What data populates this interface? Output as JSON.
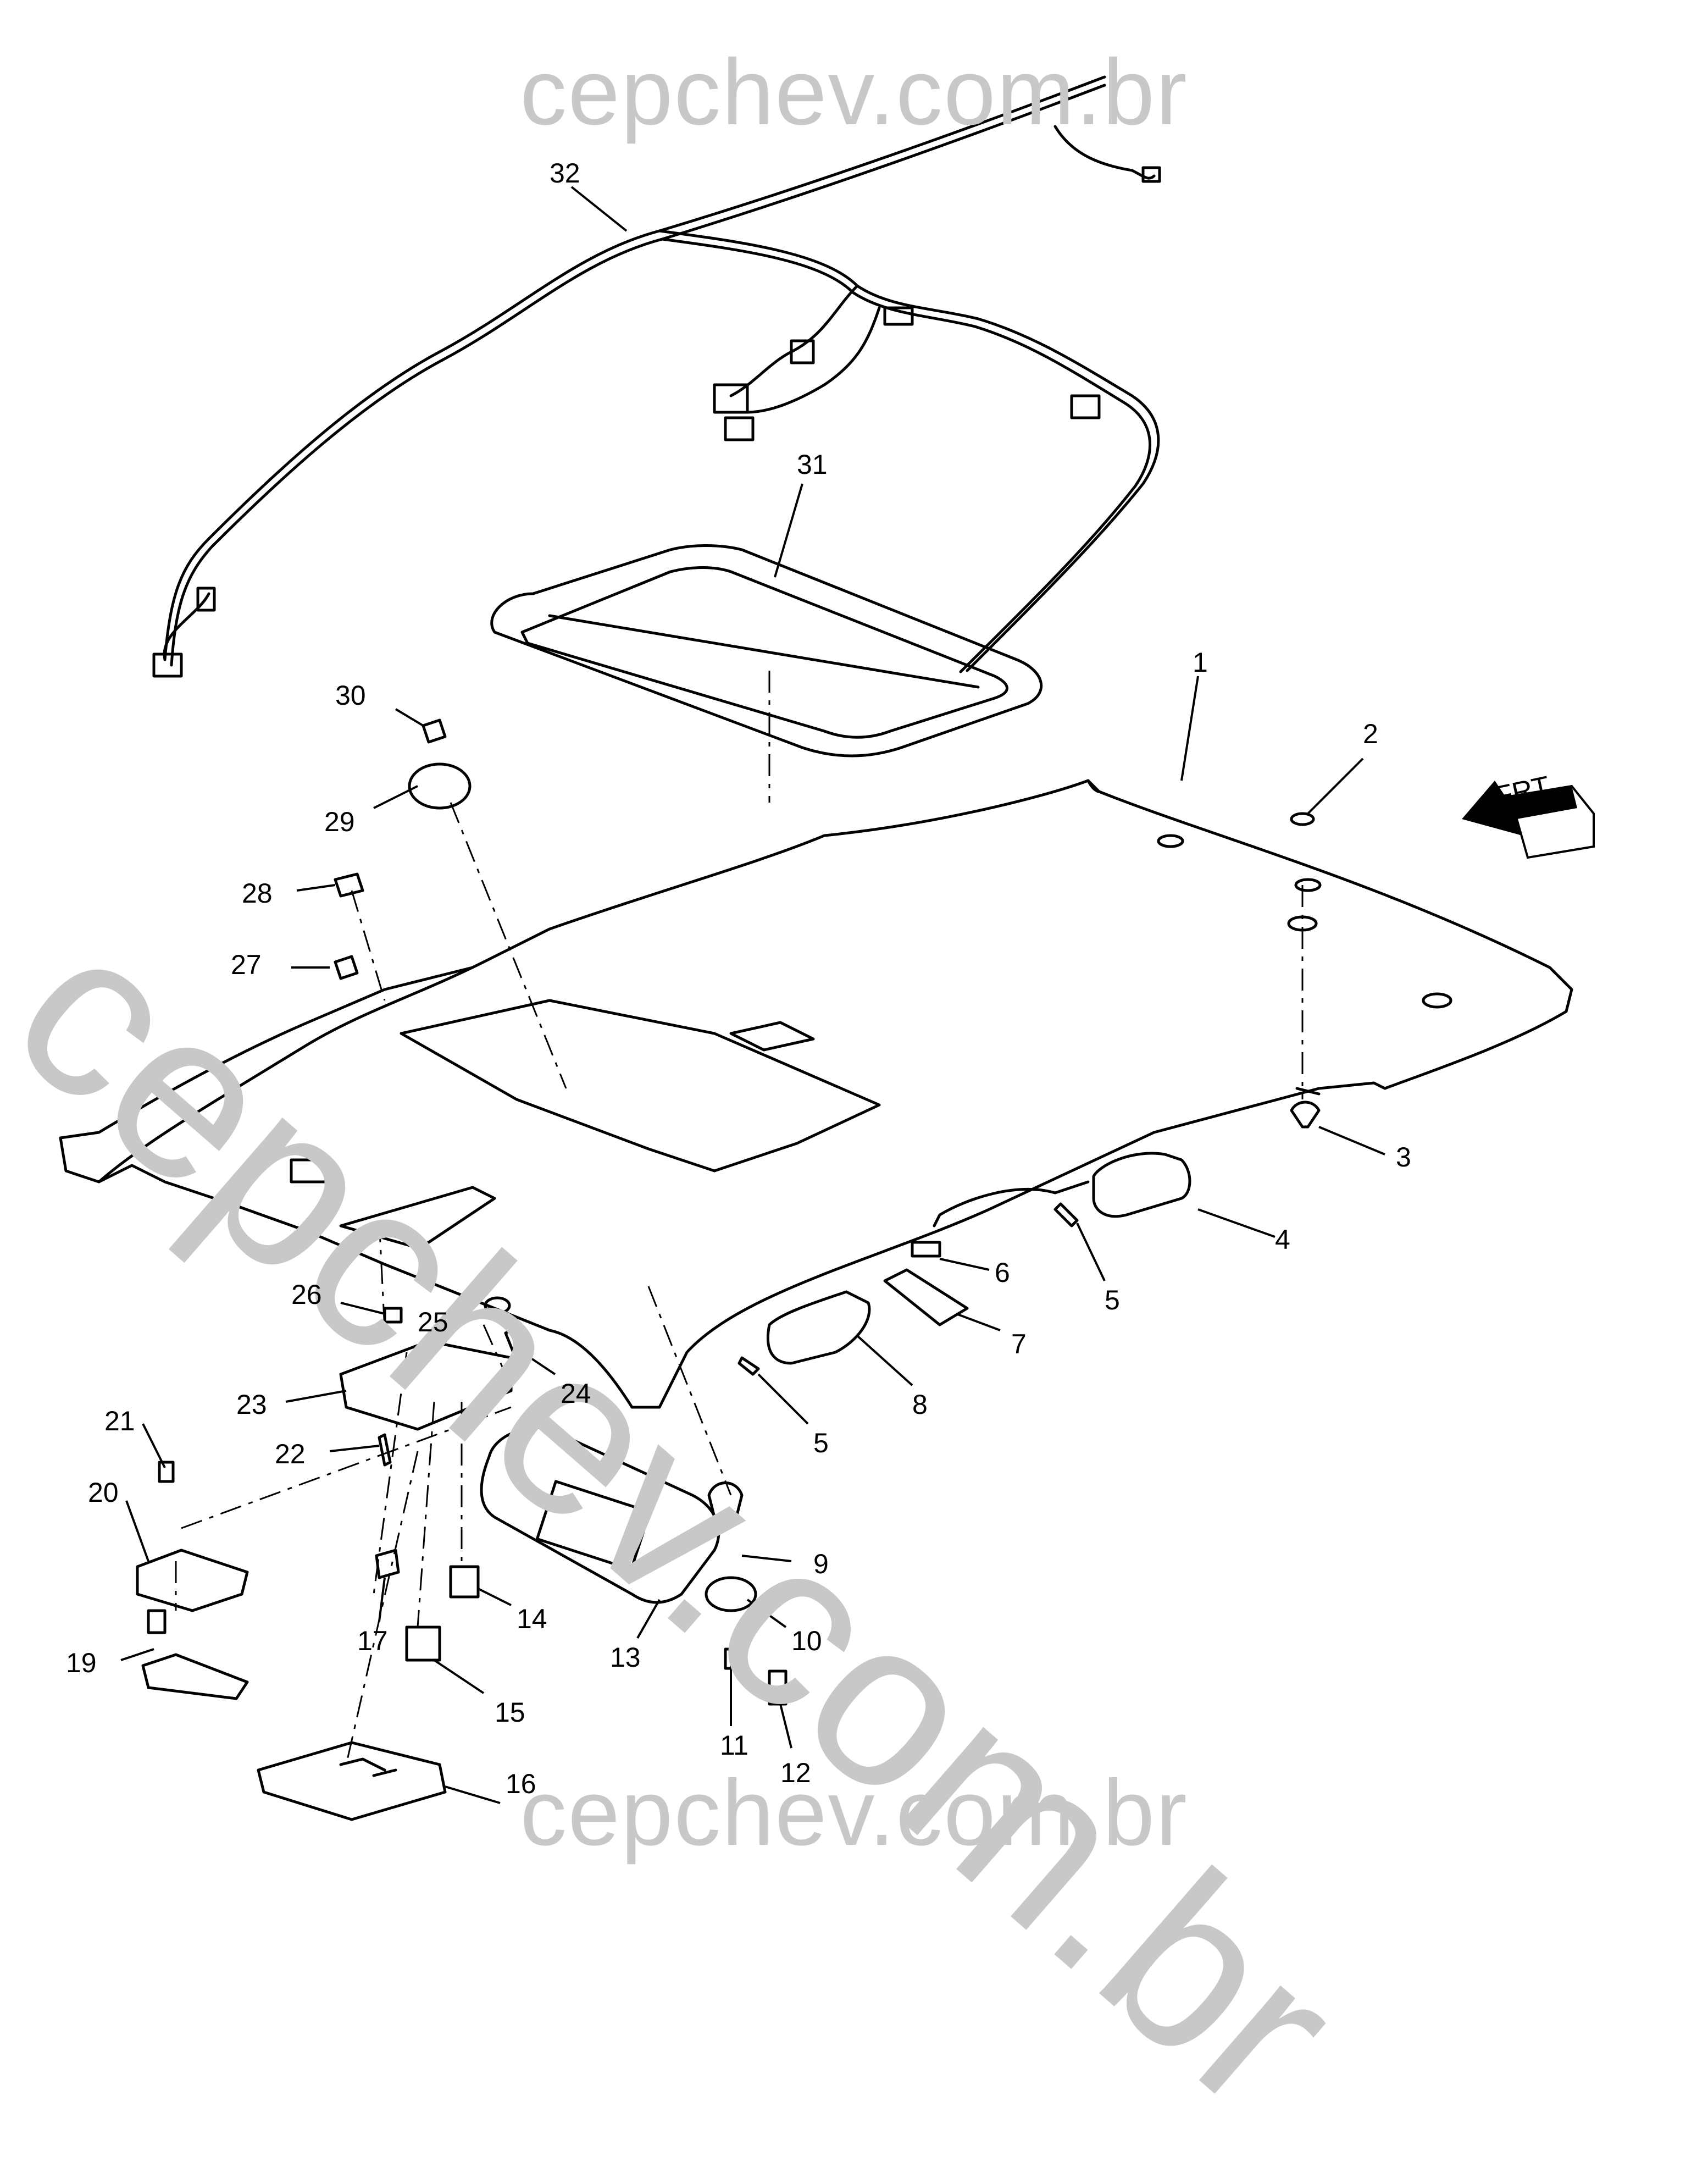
{
  "watermark": {
    "top": "cepchev.com.br",
    "bottom": "cepchev.com.br",
    "diagonal": "cepchev.com.br"
  },
  "orientation": {
    "label": "FRT"
  },
  "callouts": {
    "c1": "1",
    "c2": "2",
    "c3": "3",
    "c4": "4",
    "c5a": "5",
    "c5b": "5",
    "c6": "6",
    "c7": "7",
    "c8": "8",
    "c9": "9",
    "c10": "10",
    "c11": "11",
    "c12": "12",
    "c13": "13",
    "c14": "14",
    "c15": "15",
    "c16": "16",
    "c17": "17",
    "c19": "19",
    "c20": "20",
    "c21": "21",
    "c22": "22",
    "c23": "23",
    "c24": "24",
    "c25": "25",
    "c26": "26",
    "c27": "27",
    "c28": "28",
    "c29": "29",
    "c30": "30",
    "c31": "31",
    "c32": "32"
  },
  "colors": {
    "line": "#000000",
    "watermark": "#c8c8c8",
    "part_fill": "#ffffff",
    "shade": "#d0d0d0"
  }
}
